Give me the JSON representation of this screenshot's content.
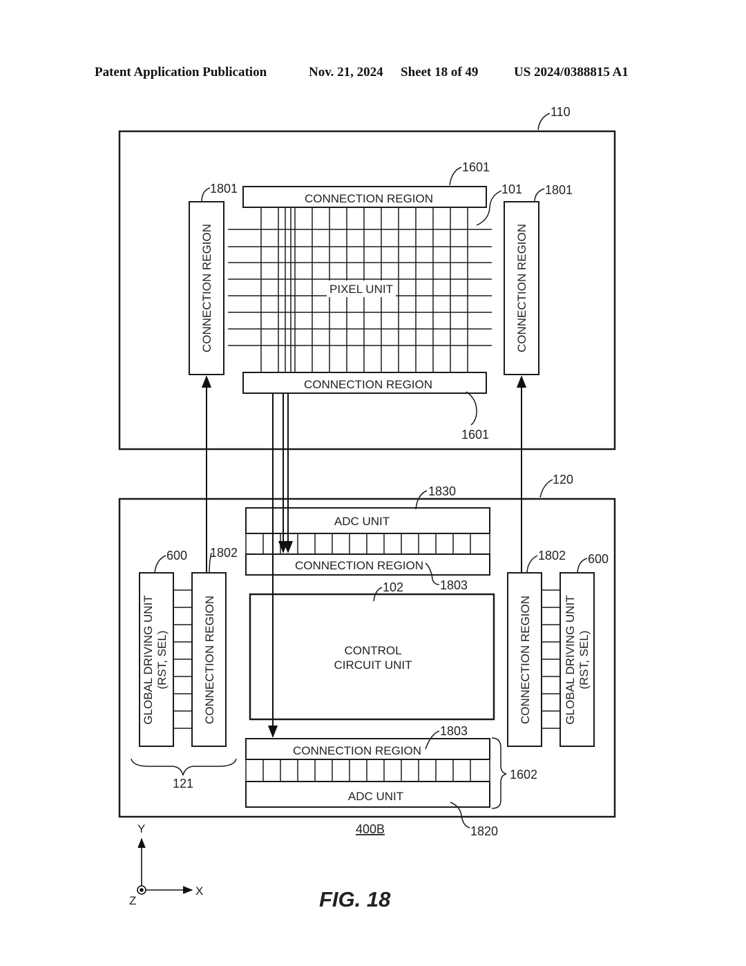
{
  "header": {
    "publication": "Patent Application Publication",
    "date": "Nov. 21, 2024",
    "sheet": "Sheet 18 of 49",
    "number": "US 2024/0388815 A1"
  },
  "figure_label": "FIG. 18",
  "top_chip": {
    "ref": "110",
    "pixel_unit": {
      "label": "PIXEL UNIT",
      "ref": "101"
    },
    "conn_top": {
      "label": "CONNECTION REGION",
      "ref": "1601"
    },
    "conn_bottom": {
      "label": "CONNECTION REGION",
      "ref": "1601"
    },
    "conn_left": {
      "label": "CONNECTION REGION",
      "ref": "1801"
    },
    "conn_right": {
      "label": "CONNECTION REGION",
      "ref": "1801"
    }
  },
  "bottom_chip": {
    "ref": "120",
    "name": "400B",
    "adc_top": {
      "label": "ADC UNIT",
      "ref": "1830"
    },
    "conn_mid_top": {
      "label": "CONNECTION REGION",
      "ref": "1803"
    },
    "control": {
      "line1": "CONTROL",
      "line2": "CIRCUIT UNIT",
      "ref": "102"
    },
    "conn_mid_bottom": {
      "label": "CONNECTION REGION",
      "ref": "1803"
    },
    "adc_bottom": {
      "label": "ADC UNIT",
      "ref": "1820"
    },
    "group_ref": "1602",
    "left_group_ref": "121",
    "global_left": {
      "line1": "GLOBAL DRIVING UNIT",
      "line2": "(RST, SEL)",
      "ref": "600"
    },
    "conn_left": {
      "label": "CONNECTION REGION",
      "ref": "1802"
    },
    "conn_right": {
      "label": "CONNECTION REGION",
      "ref": "1802"
    },
    "global_right": {
      "line1": "GLOBAL DRIVING UNIT",
      "line2": "(RST, SEL)",
      "ref": "600"
    }
  },
  "axes": {
    "y": "Y",
    "x": "X",
    "z": "Z"
  }
}
